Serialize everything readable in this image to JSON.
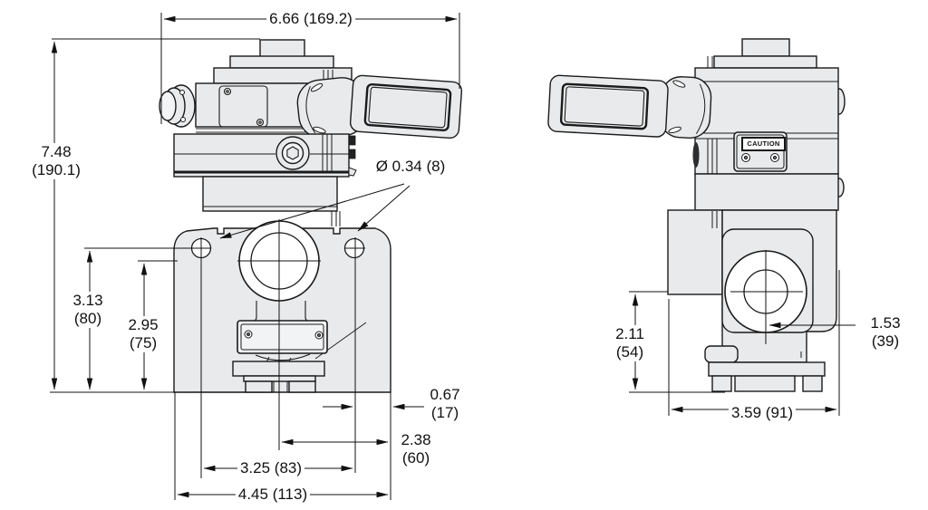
{
  "drawing": {
    "type": "dimensioned engineering drawing, two orthographic views of a manual valve with handle",
    "colors": {
      "line": "#1b1b1b",
      "body_fill": "#e9eaeb",
      "background": "#ffffff"
    },
    "views": {
      "front": {
        "dims": {
          "width_top": {
            "text": "6.66 (169.2)"
          },
          "height_total": {
            "line1": "7.48",
            "line2": "(190.1)"
          },
          "hole_dia": {
            "text": "Ø 0.34 (8)"
          },
          "bolt_height": {
            "line1": "3.13",
            "line2": "(80)"
          },
          "port_height": {
            "line1": "2.95",
            "line2": "(75)"
          },
          "right_offset": {
            "line1": "0.67",
            "line2": "(17)"
          },
          "center_width": {
            "line1": "2.38",
            "line2": "(60)"
          },
          "bolt_spacing": {
            "text": "3.25 (83)"
          },
          "body_width": {
            "text": "4.45 (113)"
          }
        }
      },
      "side": {
        "plate": {
          "caution": "CAUTION"
        },
        "dims": {
          "port_height": {
            "line1": "2.11",
            "line2": "(54)"
          },
          "port_center": {
            "line1": "1.53",
            "line2": "(39)"
          },
          "body_depth": {
            "text": "3.59 (91)"
          }
        }
      }
    }
  }
}
